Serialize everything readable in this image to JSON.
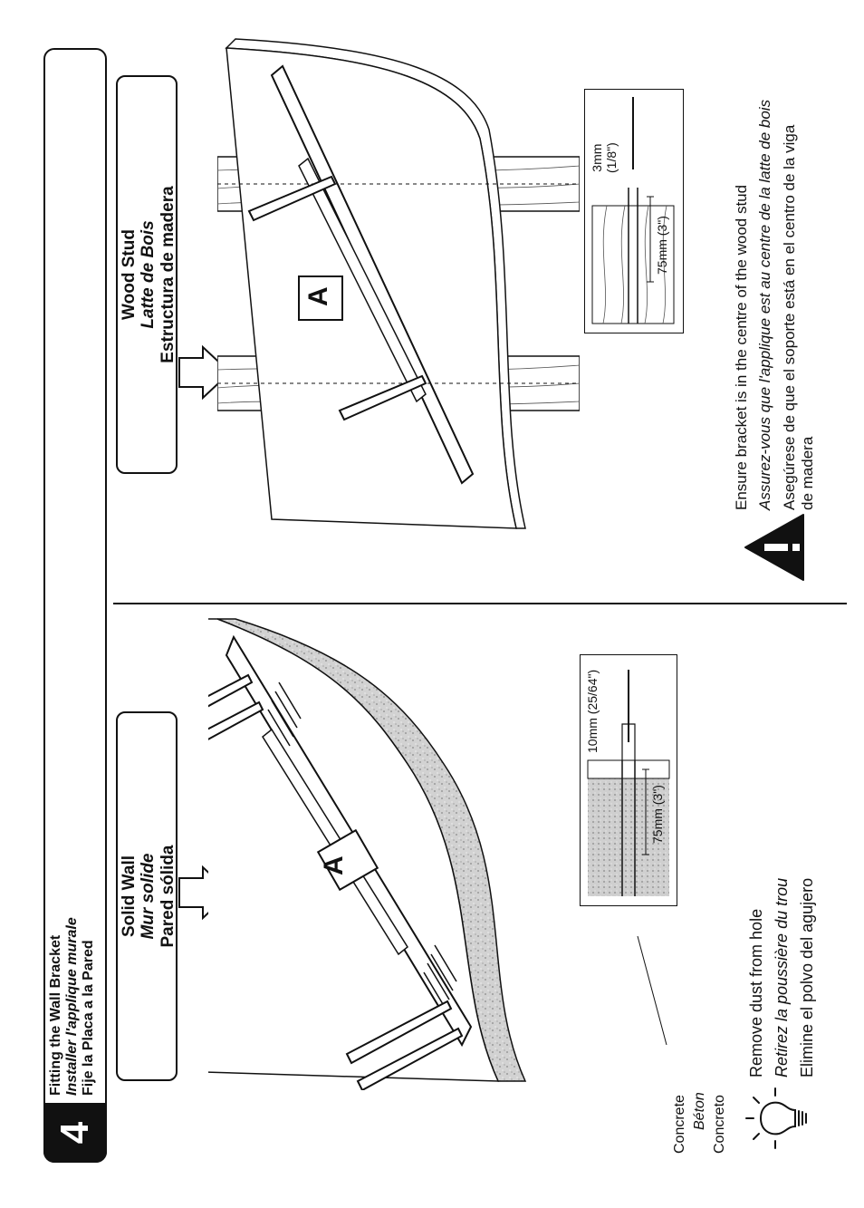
{
  "step": {
    "number": "4",
    "title_en": "Fitting the Wall Bracket",
    "title_fr": "Installer l'applique murale",
    "title_es": "Fije la Placa a la Pared"
  },
  "solid_wall": {
    "label_en": "Solid Wall",
    "label_fr": "Mur solide",
    "label_es": "Pared sólida",
    "bracket_marker": "A",
    "material_en": "Concrete",
    "material_fr": "Béton",
    "material_es": "Concreto",
    "drill_diameter": "10mm (25/64\")",
    "drill_depth": "75mm (3\")",
    "tip_en": "Remove dust from hole",
    "tip_fr": "Retirez la poussière du trou",
    "tip_es": "Elimine el polvo del agujero"
  },
  "wood_stud": {
    "label_en": "Wood Stud",
    "label_fr": "Latte de Bois",
    "label_es": "Estructura de madera",
    "bracket_marker": "A",
    "drill_diameter_mm": "3mm",
    "drill_diameter_in": "(1/8\")",
    "drill_depth": "75mm (3\")",
    "warning_en": "Ensure bracket is in the centre of the wood stud",
    "warning_fr": "Assurez-vous que l'applique est au centre de la latte de bois",
    "warning_es_line1": "Asegúrese de que el soporte está en el centro de la viga",
    "warning_es_line2": "de madera"
  },
  "icons": {
    "tip": "lightbulb-icon",
    "warning": "warning-triangle-icon",
    "arrow": "arrow-right-icon"
  },
  "colors": {
    "ink": "#111111",
    "concrete": "#c9c9c9",
    "wood_grain": "#555555"
  }
}
